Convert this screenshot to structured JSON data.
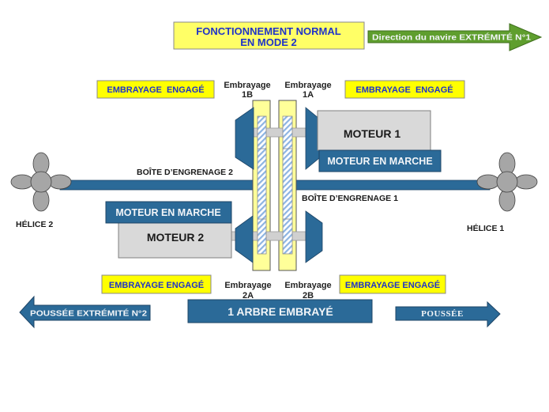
{
  "title": {
    "line1": "FONCTIONNEMENT NORMAL",
    "line2": "EN MODE 2"
  },
  "direction_arrow": {
    "label": "Direction du navire EXTRÉMITÉ N°1"
  },
  "clutch_status": {
    "top_left": "EMBRAYAGE  ENGAGÉ",
    "top_right": "EMBRAYAGE  ENGAGÉ",
    "bottom_left": "EMBRAYAGE ENGAGÉ",
    "bottom_right": "EMBRAYAGE ENGAGÉ"
  },
  "clutches": [
    {
      "word": "Embrayage",
      "id": "1B"
    },
    {
      "word": "Embrayage",
      "id": "1A"
    },
    {
      "word": "Embrayage",
      "id": "2A"
    },
    {
      "word": "Embrayage",
      "id": "2B"
    }
  ],
  "gearboxes": {
    "gearbox_2": "BOÎTE D’ENGRENAGE 2",
    "gearbox_1": "BOÎTE D’ENGRENAGE 1"
  },
  "engines": {
    "engine_1": {
      "label": "MOTEUR 1",
      "status": "MOTEUR EN MARCHE"
    },
    "engine_2": {
      "label": "MOTEUR 2",
      "status": "MOTEUR EN MARCHE"
    }
  },
  "propellers": {
    "propeller_2": "HÉLICE 2",
    "propeller_1": "HÉLICE 1"
  },
  "bottom": {
    "thrust_left": "POUSSÉE EXTRÉMITÉ N°2",
    "shaft_status": "1 ARBRE EMBRAYÉ",
    "thrust_right": "POUSSÉE"
  },
  "colors": {
    "blue": "#2b6a98",
    "blue_border": "#1d4466",
    "status_yellow": "#ffff00",
    "title_yellow": "#ffff66",
    "clutch_yellow": "#ffff99",
    "hatch_blue": "#8db4e2",
    "motor_gray": "#d9d9d9",
    "propeller_gray": "#a6a6a6",
    "green": "#5f9e2e"
  }
}
